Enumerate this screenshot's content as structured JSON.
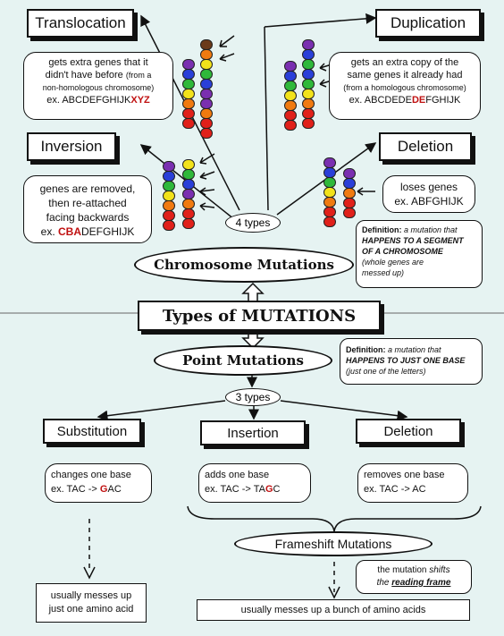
{
  "chromosome": {
    "translocation": {
      "title": "Translocation",
      "l1": "gets extra genes that it",
      "l2": "didn't have before",
      "l2s": "(from a",
      "l3": "non-homologous chromosome)",
      "ex_pre": "ex. ABCDEFGHIJK",
      "ex_red": "XYZ"
    },
    "duplication": {
      "title": "Duplication",
      "l1": "gets an extra copy of the",
      "l2": "same genes it already had",
      "l3": "(from a homologous chromosome)",
      "ex_pre": "ex. ABCDEDE",
      "ex_red": "DE",
      "ex_post": "FGHIJK"
    },
    "inversion": {
      "title": "Inversion",
      "l1": "genes are removed,",
      "l2": "then re-attached",
      "l3": "facing backwards",
      "ex_pre": "ex. ",
      "ex_red": "CBA",
      "ex_post": "DEFGHIJK"
    },
    "deletion": {
      "title": "Deletion",
      "l1": "loses genes",
      "l2": "ex. ABFGHIJK"
    },
    "types_count": "4 types",
    "name": "Chromosome Mutations",
    "def_label": "Definition:",
    "def_a": " a mutation that",
    "def_b": "HAPPENS TO A SEGMENT",
    "def_c": "OF A CHROMOSOME",
    "def_d": "(whole genes are",
    "def_e": "messed up)"
  },
  "main_title": "Types of MUTATIONS",
  "point": {
    "name": "Point Mutations",
    "def_label": "Definition:",
    "def_a": " a mutation that",
    "def_b": "HAPPENS TO JUST ONE BASE",
    "def_c": "(just one of the letters)",
    "types_count": "3 types",
    "substitution": {
      "title": "Substitution",
      "l1": "changes one base",
      "ex_pre": "ex. TAC -> ",
      "ex_red": "G",
      "ex_post": "AC"
    },
    "insertion": {
      "title": "Insertion",
      "l1": "adds one base",
      "ex_pre": "ex. TAC -> TA",
      "ex_red": "G",
      "ex_post": "C"
    },
    "deletion": {
      "title": "Deletion",
      "l1": "removes one base",
      "l2": "ex. TAC -> AC"
    },
    "sub_result_1": "usually messes up",
    "sub_result_2": "just one amino acid",
    "frameshift": "Frameshift Mutations",
    "fs_def_a": "the mutation ",
    "fs_def_b": "shifts",
    "fs_def_c": "the ",
    "fs_def_d": "reading frame",
    "fs_result": "usually messes up a bunch of amino acids"
  },
  "colors": {
    "red": "#e0201a",
    "orange": "#f07a10",
    "yellow": "#f2e21a",
    "green": "#2fb83a",
    "blue": "#2a3fd8",
    "purple": "#7a2fb0",
    "brown": "#6b3a1a",
    "accent_text": "#c01010"
  }
}
